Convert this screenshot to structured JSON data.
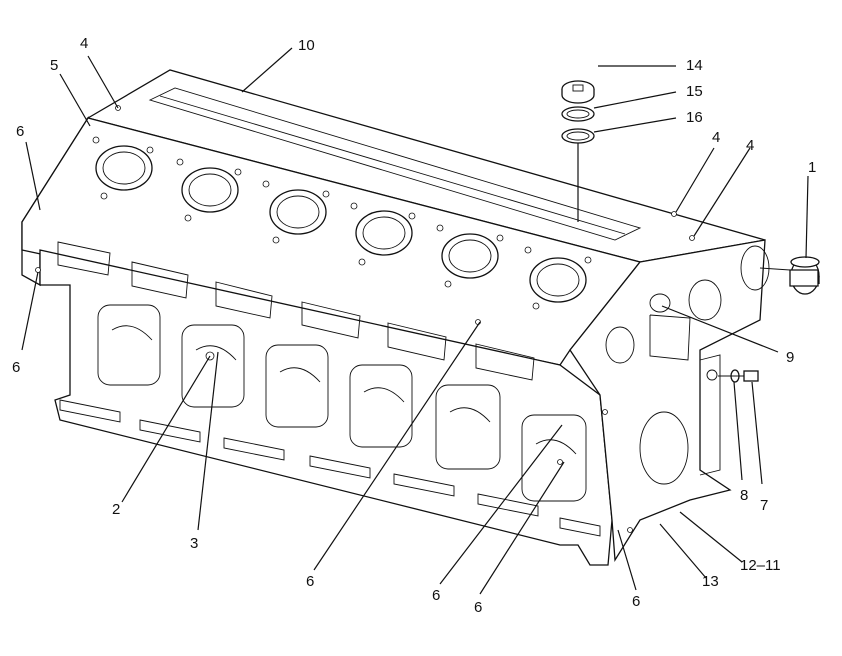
{
  "figure": {
    "callouts": [
      {
        "id": "c1",
        "text": "1"
      },
      {
        "id": "c2",
        "text": "2"
      },
      {
        "id": "c3",
        "text": "3"
      },
      {
        "id": "c4a",
        "text": "4"
      },
      {
        "id": "c4b",
        "text": "4"
      },
      {
        "id": "c4c",
        "text": "4"
      },
      {
        "id": "c5",
        "text": "5"
      },
      {
        "id": "c6a",
        "text": "6"
      },
      {
        "id": "c6b",
        "text": "6"
      },
      {
        "id": "c6c",
        "text": "6"
      },
      {
        "id": "c6d",
        "text": "6"
      },
      {
        "id": "c6e",
        "text": "6"
      },
      {
        "id": "c6f",
        "text": "6"
      },
      {
        "id": "c7",
        "text": "7"
      },
      {
        "id": "c8",
        "text": "8"
      },
      {
        "id": "c9",
        "text": "9"
      },
      {
        "id": "c10",
        "text": "10"
      },
      {
        "id": "c1211",
        "text": "12–11"
      },
      {
        "id": "c13",
        "text": "13"
      },
      {
        "id": "c14",
        "text": "14"
      },
      {
        "id": "c15",
        "text": "15"
      },
      {
        "id": "c16",
        "text": "16"
      }
    ]
  }
}
